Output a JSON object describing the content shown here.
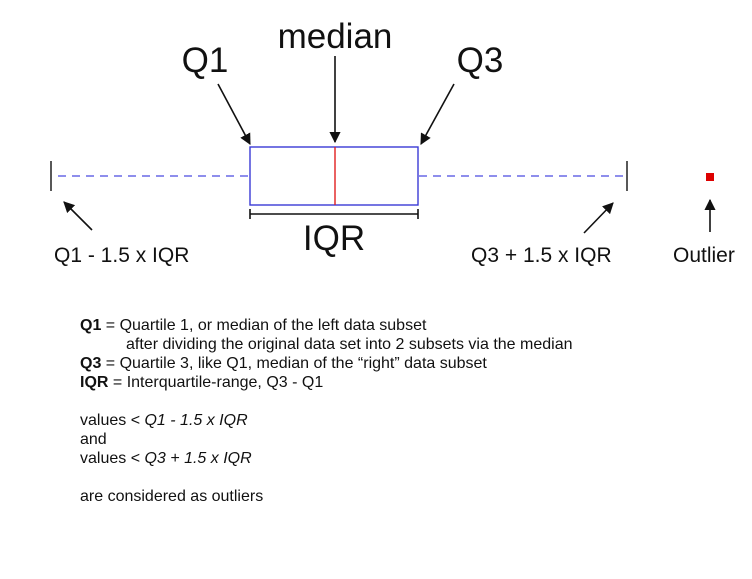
{
  "colors": {
    "box": "#3a3ad6",
    "whisker": "#4a4ae0",
    "median": "#e02020",
    "outlier": "#dd0000",
    "ink": "#111111"
  },
  "labels": {
    "q1": "Q1",
    "median": "median",
    "q3": "Q3",
    "iqr": "IQR",
    "lower_fence": "Q1 - 1.5 x IQR",
    "upper_fence": "Q3 + 1.5 x IQR",
    "outlier": "Outlier"
  },
  "legend": {
    "q1_term": "Q1",
    "q1_def": " = Quartile 1, or median of the left data subset",
    "q1_def_cont": "after dividing the original  data set into 2 subsets via the median",
    "q3_term": "Q3",
    "q3_def": " = Quartile 3, like Q1, median of the “right” data subset",
    "iqr_term": "IQR",
    "iqr_def": " = Interquartile-range, Q3 - Q1",
    "values_prefix_1": "values < ",
    "values_expr_1": "Q1 - 1.5 x IQR",
    "and": "and",
    "values_prefix_2": "values < ",
    "values_expr_2": "Q3 + 1.5 x IQR",
    "conclusion": "are considered as outliers"
  }
}
